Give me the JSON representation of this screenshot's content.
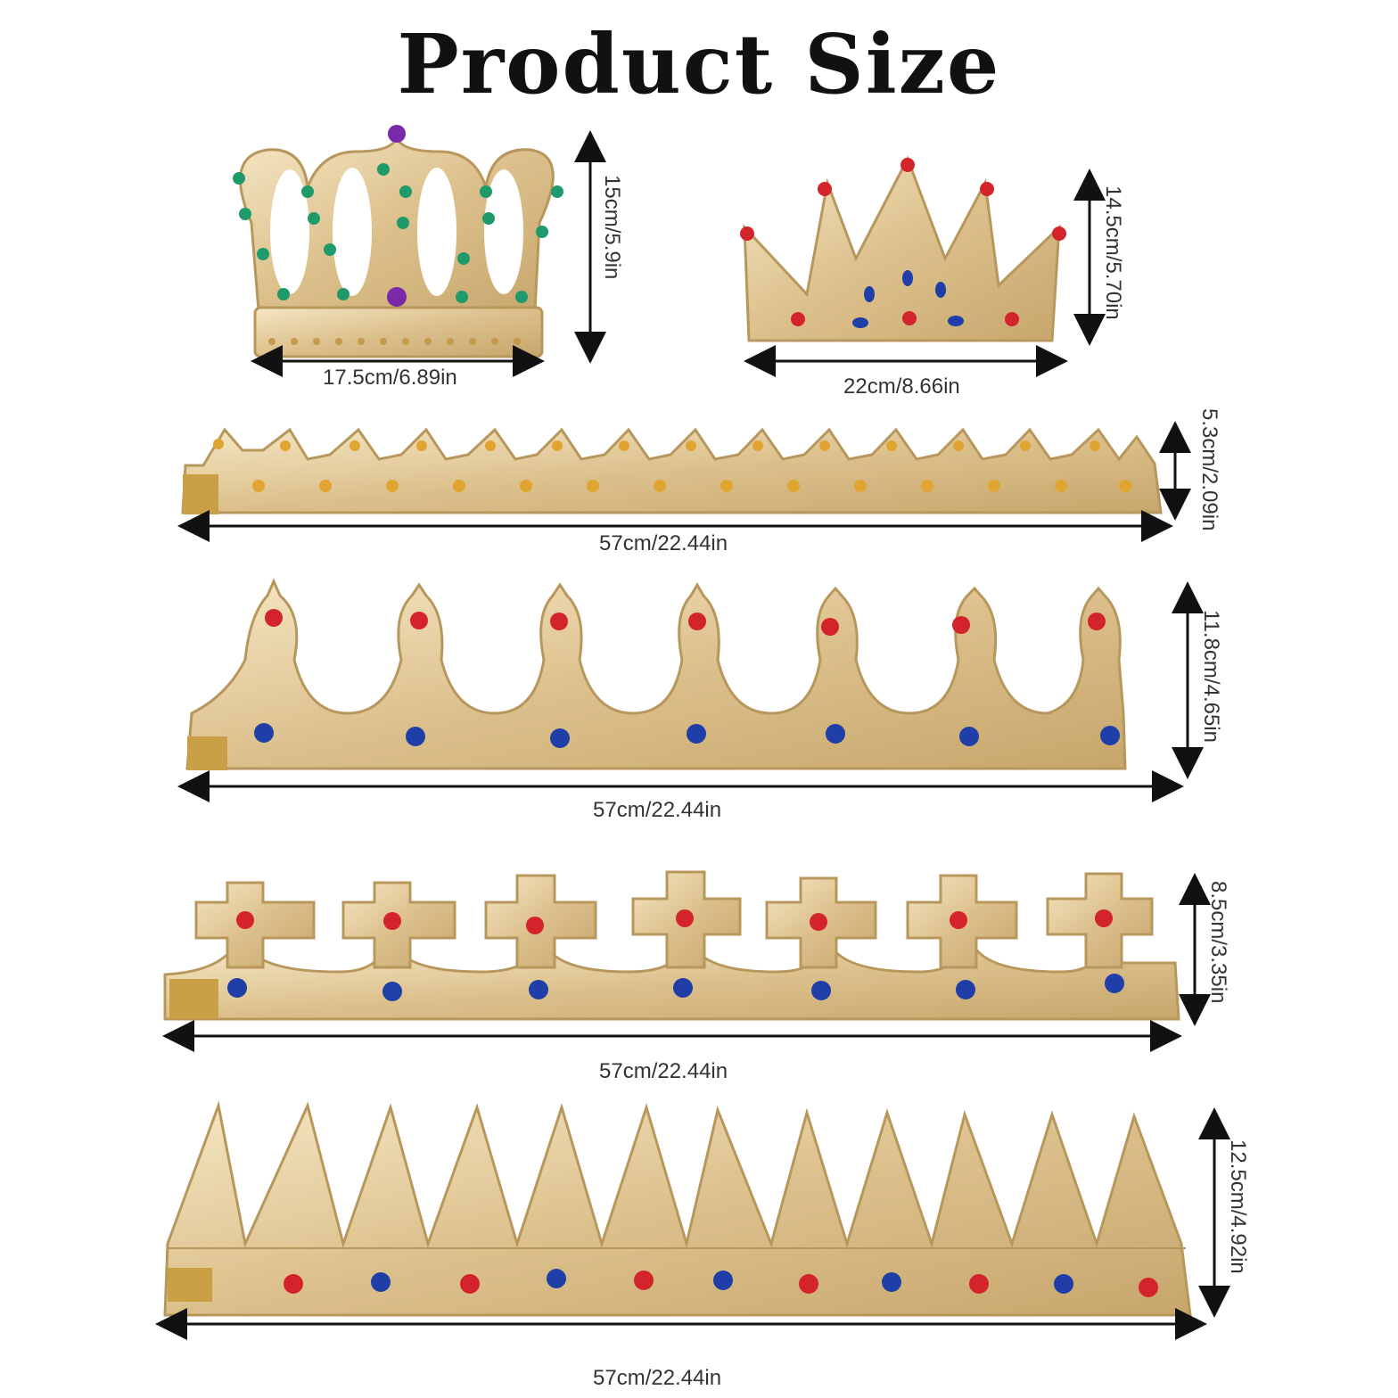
{
  "title": "Product Size",
  "colors": {
    "gold_light": "#f3e2bc",
    "gold_mid": "#dcc08c",
    "gold_dark": "#b8975c",
    "gem_red": "#d3242b",
    "gem_blue": "#1f3ea8",
    "gem_green": "#1f9a6a",
    "gem_purple": "#7a2aa8",
    "gem_amber": "#e0a530"
  },
  "crowns": [
    {
      "name": "royal-crown",
      "width_label": "17.5cm/6.89in",
      "height_label": "15cm/5.9in"
    },
    {
      "name": "pointed-crown",
      "width_label": "22cm/8.66in",
      "height_label": "14.5cm/5.70in"
    },
    {
      "name": "small-band-crown",
      "width_label": "57cm/22.44in",
      "height_label": "5.3cm/2.09in"
    },
    {
      "name": "arch-band-crown",
      "width_label": "57cm/22.44in",
      "height_label": "11.8cm/4.65in"
    },
    {
      "name": "cross-band-crown",
      "width_label": "57cm/22.44in",
      "height_label": "8.5cm/3.35in"
    },
    {
      "name": "spike-band-crown",
      "width_label": "57cm/22.44in",
      "height_label": "12.5cm/4.92in"
    }
  ]
}
